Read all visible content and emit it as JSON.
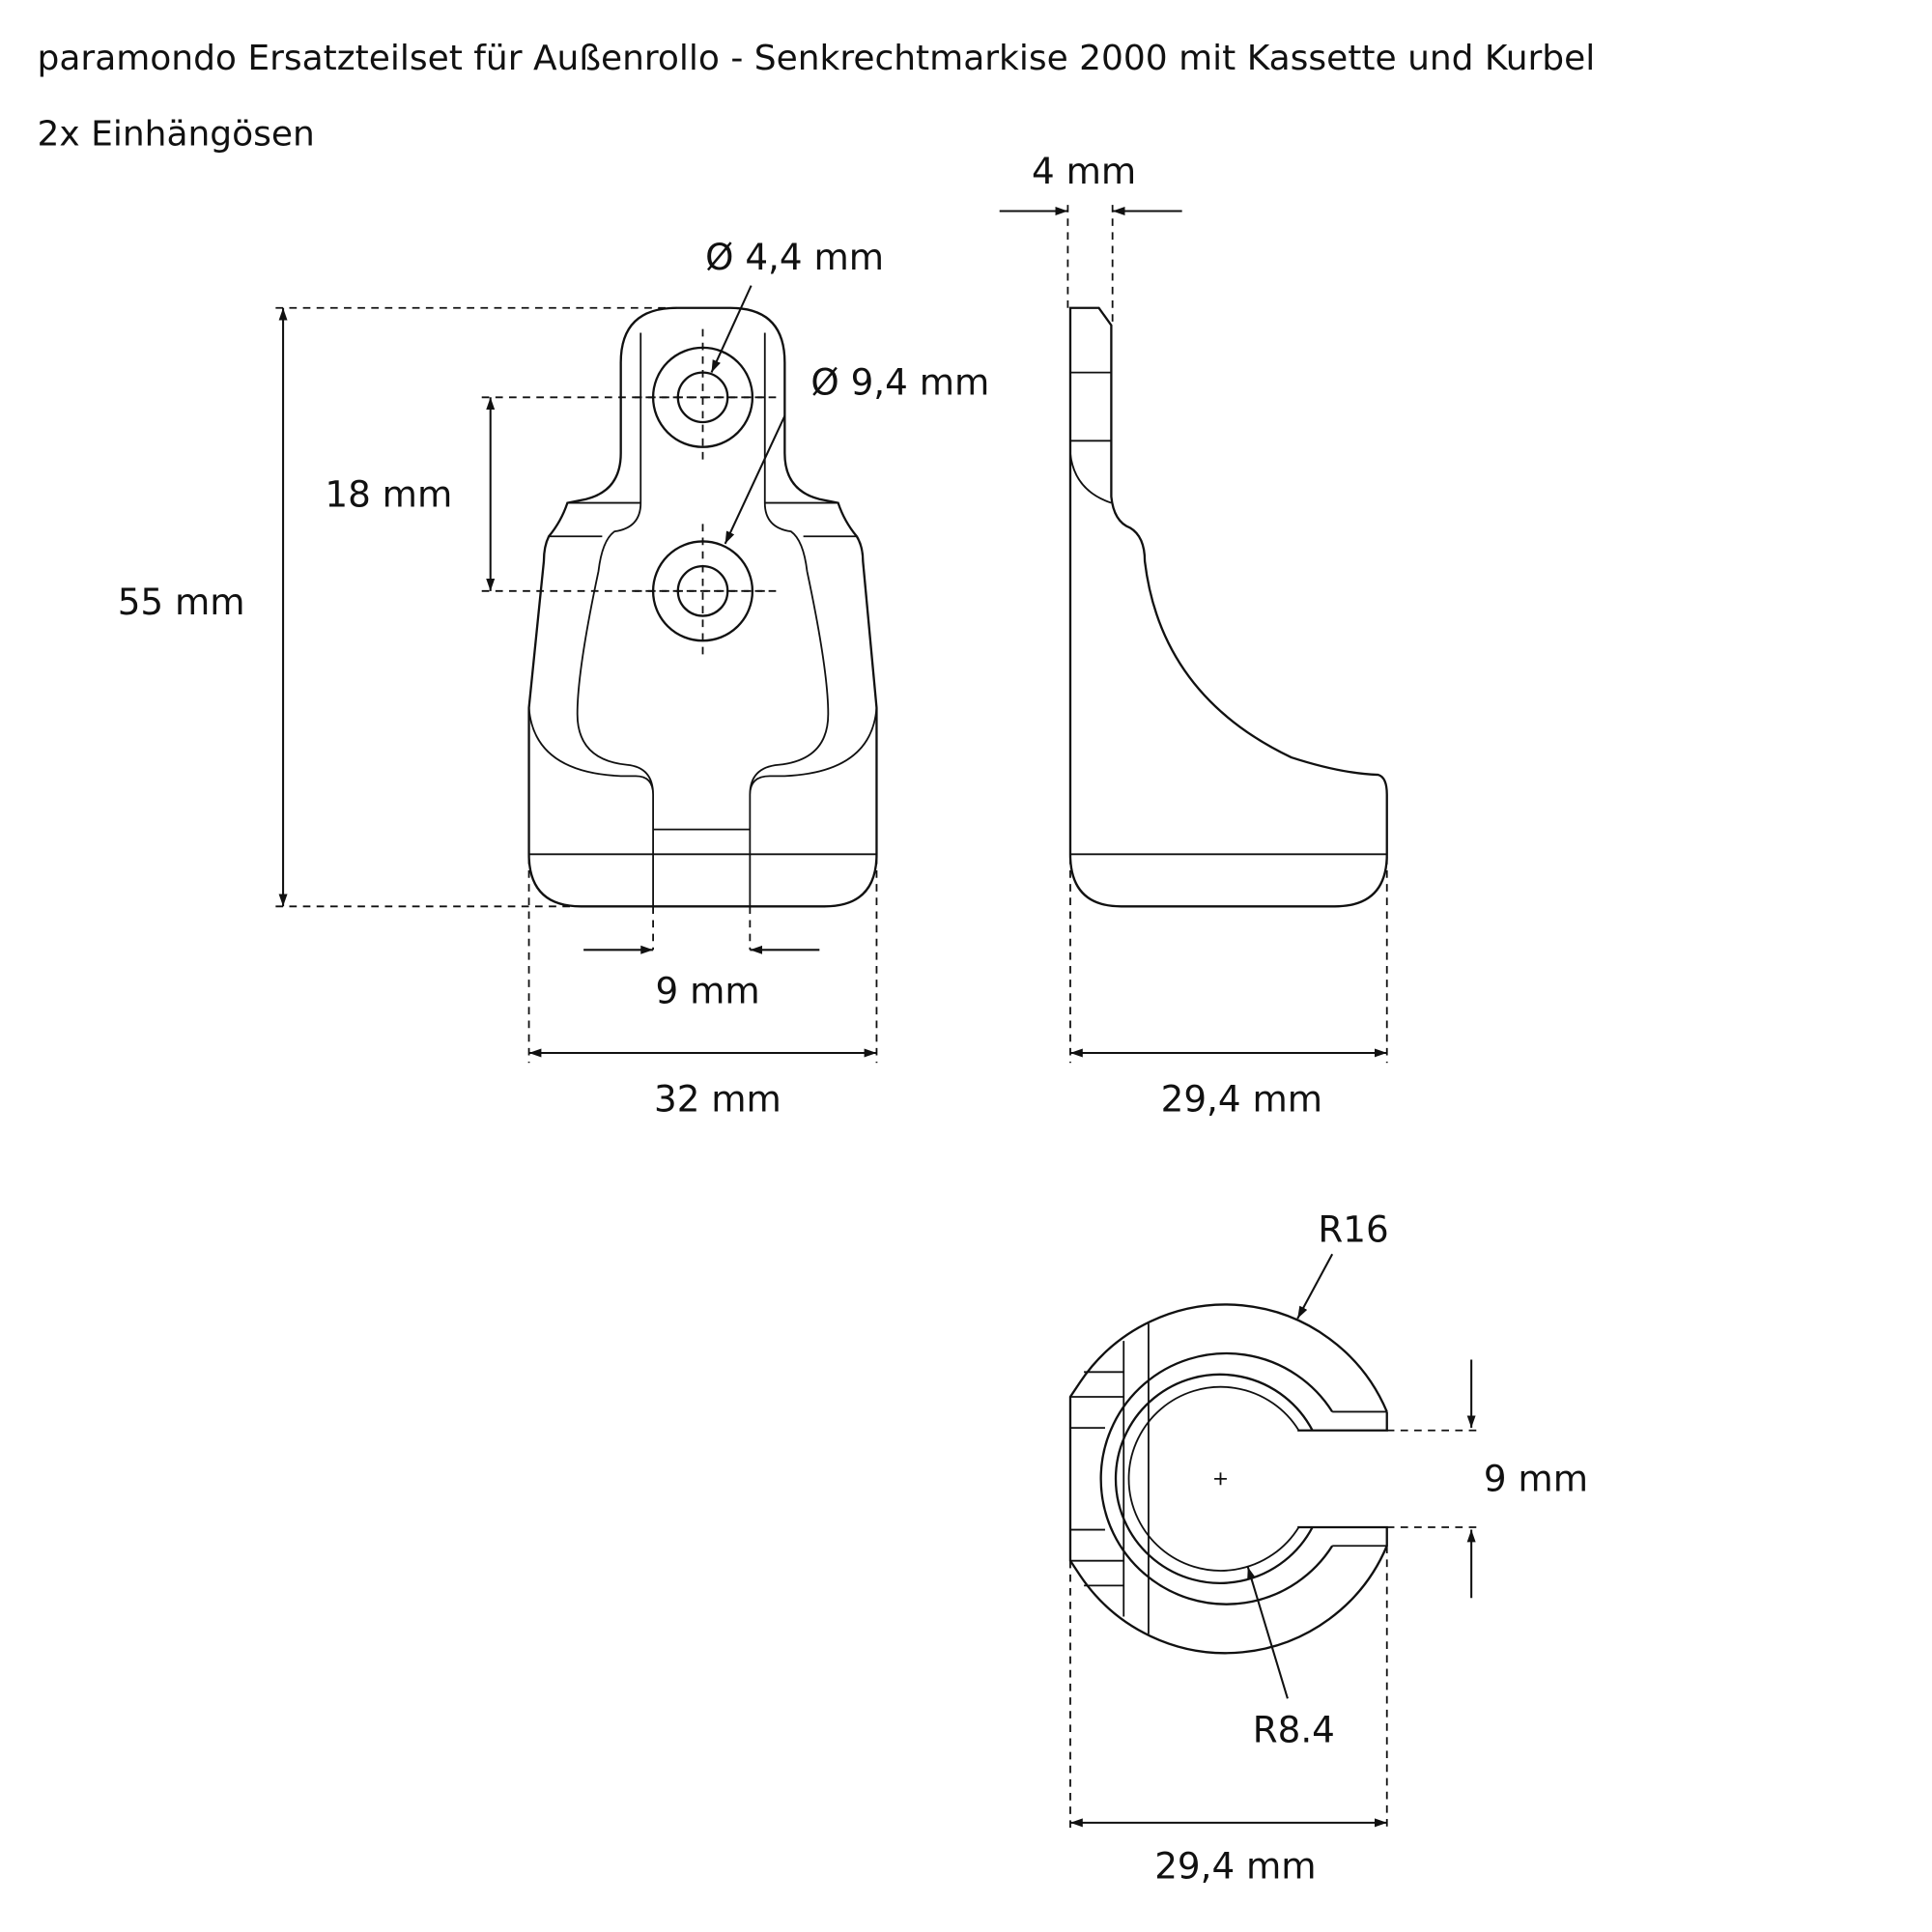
{
  "title": "paramondo Ersatzteilset für Außenrollo - Senkrechtmarkise 2000 mit Kassette und Kurbel",
  "subtitle": "2x Einhängösen",
  "front_view": {
    "height": "55 mm",
    "hole_spacing": "18 mm",
    "small_hole": "Ø 4,4 mm",
    "large_hole": "Ø 9,4 mm",
    "slot_width": "9 mm",
    "width": "32 mm"
  },
  "side_view": {
    "thickness": "4 mm",
    "depth": "29,4 mm"
  },
  "bottom_view": {
    "outer_radius": "R16",
    "inner_radius": "R8.4",
    "slot_width": "9 mm",
    "depth": "29,4 mm"
  }
}
